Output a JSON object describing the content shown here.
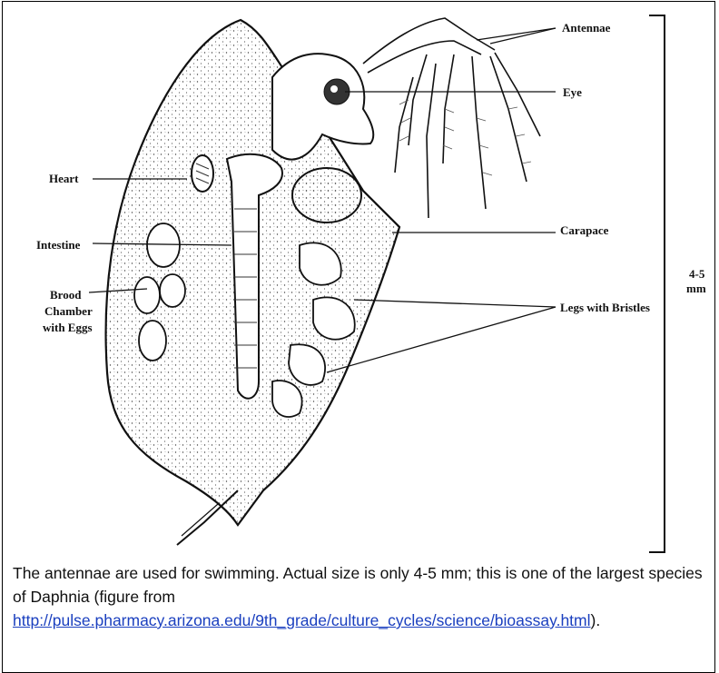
{
  "labels": {
    "antennae": "Antennae",
    "eye": "Eye",
    "heart": "Heart",
    "carapace": "Carapace",
    "intestine": "Intestine",
    "brood_line1": "Brood",
    "brood_line2": "Chamber",
    "brood_line3": "with Eggs",
    "legs": "Legs with Bristles",
    "size_line1": "4-5",
    "size_line2": "mm"
  },
  "caption": {
    "text": "The antennae are used for swimming. Actual size is only 4-5 mm; this is one of the largest species of Daphnia (figure from ",
    "link": "http://pulse.pharmacy.arizona.edu/9th_grade/culture_cycles/science/bioassay.html",
    "after": ")."
  }
}
